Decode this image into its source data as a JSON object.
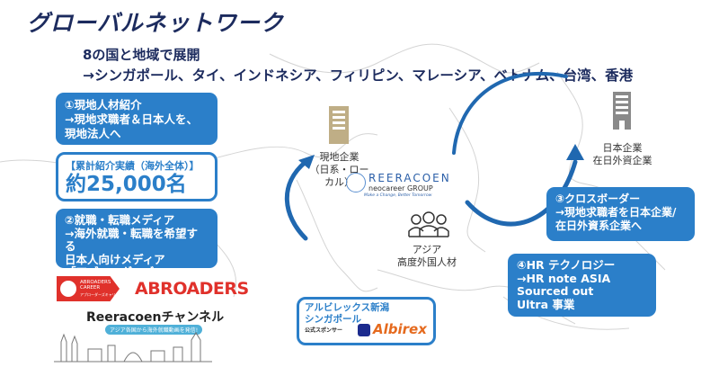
{
  "title": "グローバルネットワーク",
  "subtitle": {
    "line1": "8の国と地域で展開",
    "line2": "→シンガポール、タイ、インドネシア、フィリピン、マレーシア、ベトナム、台湾、香港"
  },
  "box1": {
    "lines": [
      "①現地人材紹介",
      "→現地求職者＆日本人を、",
      "現地法人へ"
    ]
  },
  "stats": {
    "label": "【累計紹介実績（海外全体）】",
    "value": "約25,000名"
  },
  "box2": {
    "lines": [
      "②就職・転職メディア",
      "→海外就職・転職を希望する",
      "日本人向けメディア",
      "「アブローダーズ」"
    ]
  },
  "abroaders": {
    "career_logo": "ABROADERS CAREER",
    "career_sub": "アブローダーズキャリア",
    "logo": "ABROADERS"
  },
  "channel": {
    "title": "Reeracoenチャンネル",
    "tagline": "アジア各国から海外就職動画を発信!"
  },
  "local_company": {
    "lines": [
      "現地企業",
      "（日系・ローカル）"
    ]
  },
  "center_logo": {
    "name": "REERACOEN",
    "group": "neocareer GROUP",
    "tagline": "Make a Change, Better Tomorrow"
  },
  "talent": {
    "lines": [
      "アジア",
      "高度外国人材"
    ]
  },
  "japan_company": {
    "lines": [
      "日本企業",
      "在日外資企業"
    ]
  },
  "box3": {
    "lines": [
      "③クロスボーダー",
      "→現地求職者を日本企業/",
      "在日外資系企業へ"
    ]
  },
  "box4": {
    "lines": [
      "④HR テクノロジー",
      "→HR note ASIA",
      "Sourced out",
      "Ultra 事業"
    ]
  },
  "sponsor": {
    "lines": [
      "アルビレックス新潟",
      "シンガポール"
    ],
    "role": "公式スポンサー",
    "logo": "Albirex"
  },
  "colors": {
    "blue": "#2b7fc9",
    "navy": "#1c2b5e",
    "red": "#e0312b",
    "tan": "#bfae86",
    "gray": "#8a8a8a"
  }
}
